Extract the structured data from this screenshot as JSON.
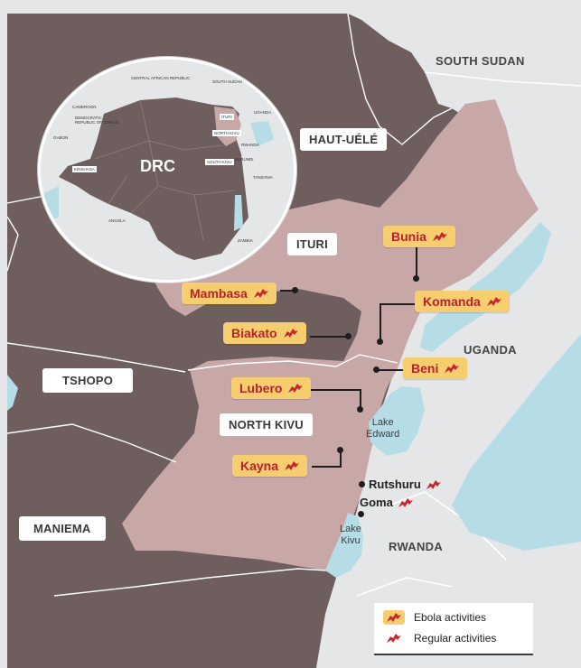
{
  "colors": {
    "drc_dark": "#6e5e5d",
    "affected_provinces": "#c7a8a7",
    "neighbour_land": "#e4e6e8",
    "lake": "#b6dce6",
    "ebola_box": "#f6cd6f",
    "msf_red": "#c8252d"
  },
  "neighbours": {
    "south_sudan": "SOUTH SUDAN",
    "uganda": "UGANDA",
    "rwanda": "RWANDA"
  },
  "provinces": {
    "haut_uele": "HAUT-UÉLÉ",
    "ituri": "ITURI",
    "tshopo": "TSHOPO",
    "north_kivu": "NORTH KIVU",
    "maniema": "MANIEMA"
  },
  "lakes": {
    "edward": "Lake\nEdward",
    "kivu": "Lake\nKivu"
  },
  "ebola_sites": [
    {
      "name": "Bunia"
    },
    {
      "name": "Mambasa"
    },
    {
      "name": "Komanda"
    },
    {
      "name": "Biakato"
    },
    {
      "name": "Beni"
    },
    {
      "name": "Lubero"
    },
    {
      "name": "Kayna"
    }
  ],
  "regular_sites": [
    {
      "name": "Rutshuru"
    },
    {
      "name": "Goma"
    }
  ],
  "inset": {
    "title": "DRC",
    "labels": {
      "car": "CENTRAL AFRICAN REPUBLIC",
      "south_sudan": "SOUTH SUDAN",
      "cameroon": "CAMEROON",
      "congo": "DEMOCRATIC\nREPUBLIC OF CONGO",
      "gabon": "GABON",
      "uganda": "UGANDA",
      "ituri": "ITURI",
      "north_kivu": "NORTH KIVU",
      "south_kivu": "SOUTH KIVU",
      "rwanda": "RWANDA",
      "burundi": "BURUNDI",
      "tanzania": "TANZANIA",
      "kinshasa": "KINSHASA",
      "angola": "ANGOLA",
      "zambia": "ZAMBIA"
    }
  },
  "legend": {
    "ebola": "Ebola activities",
    "regular": "Regular activities"
  }
}
